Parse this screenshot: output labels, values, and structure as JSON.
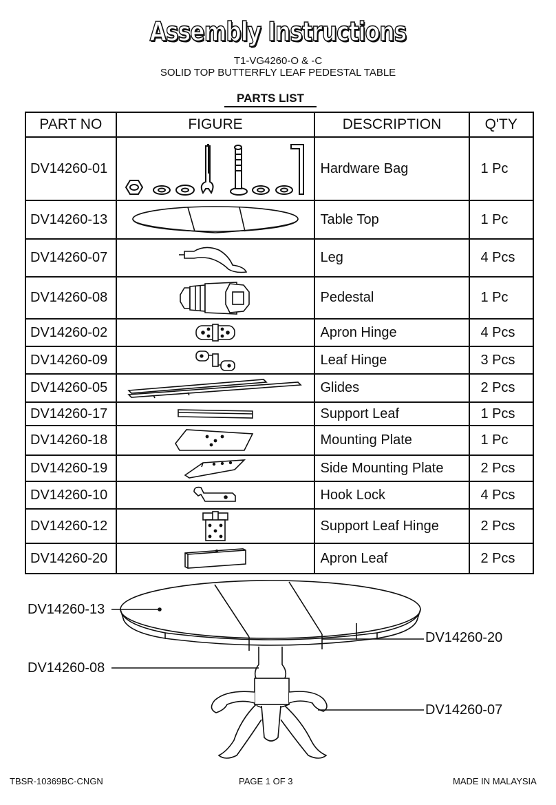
{
  "header": {
    "title": "Assembly Instructions",
    "model": "T1-VG4260-O & -C",
    "product": "SOLID TOP BUTTERFLY LEAF PEDESTAL TABLE",
    "parts_list_heading": "PARTS  LIST"
  },
  "table": {
    "columns": [
      "PART NO",
      "FIGURE",
      "DESCRIPTION",
      "Q'TY"
    ],
    "rows": [
      {
        "part_no": "DV14260-01",
        "description": "Hardware Bag",
        "qty": "1 Pc"
      },
      {
        "part_no": "DV14260-13",
        "description": "Table Top",
        "qty": "1 Pc"
      },
      {
        "part_no": "DV14260-07",
        "description": "Leg",
        "qty": "4 Pcs"
      },
      {
        "part_no": "DV14260-08",
        "description": "Pedestal",
        "qty": "1 Pc"
      },
      {
        "part_no": "DV14260-02",
        "description": "Apron Hinge",
        "qty": "4 Pcs"
      },
      {
        "part_no": "DV14260-09",
        "description": "Leaf Hinge",
        "qty": "3 Pcs"
      },
      {
        "part_no": "DV14260-05",
        "description": "Glides",
        "qty": "2 Pcs"
      },
      {
        "part_no": "DV14260-17",
        "description": "Support Leaf",
        "qty": "1 Pcs"
      },
      {
        "part_no": "DV14260-18",
        "description": "Mounting Plate",
        "qty": "1 Pc"
      },
      {
        "part_no": "DV14260-19",
        "description": "Side Mounting Plate",
        "qty": "2 Pcs"
      },
      {
        "part_no": "DV14260-10",
        "description": "Hook Lock",
        "qty": "4 Pcs"
      },
      {
        "part_no": "DV14260-12",
        "description": "Support Leaf Hinge",
        "qty": "2 Pcs"
      },
      {
        "part_no": "DV14260-20",
        "description": "Apron Leaf",
        "qty": "2 Pcs"
      }
    ]
  },
  "diagram": {
    "label_top": "DV14260-13",
    "label_pedestal": "DV14260-08",
    "label_apron": "DV14260-20",
    "label_leg": "DV14260-07"
  },
  "footer": {
    "doc_code": "TBSR-10369BC-CNGN",
    "page": "PAGE 1 OF 3",
    "origin": "MADE IN MALAYSIA"
  }
}
